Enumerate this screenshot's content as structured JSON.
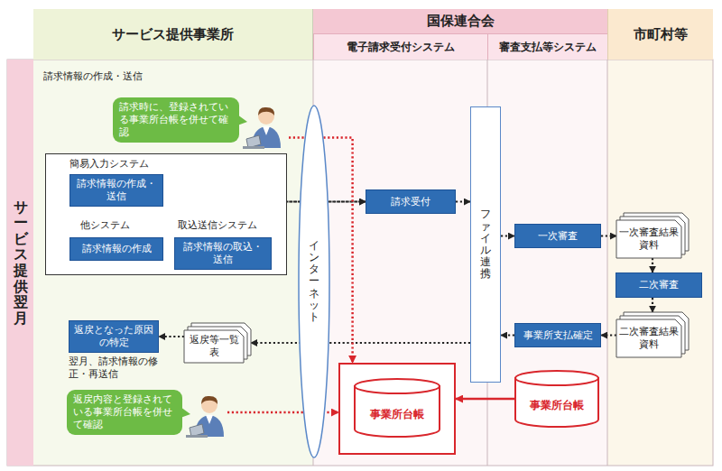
{
  "diagram": {
    "nodes": [
      {
        "text": [
          "サービス提供事業所"
        ]
      },
      {
        "text": [
          "国保連合会"
        ]
      },
      {
        "text": [
          "電子請求受付システム"
        ]
      },
      {
        "text": [
          "審査支払等システム"
        ]
      },
      {
        "text": [
          "市町村等"
        ]
      },
      {
        "text": [
          "サービス提供翌月"
        ]
      },
      {
        "text": [
          "請求時に、登録されている事業所台帳を併せて確認"
        ]
      },
      {
        "text": [
          "簡易入力システム",
          "他システム",
          "取込送信システム"
        ]
      },
      {
        "text": [
          "請求情報の作成・送信"
        ],
        "in": 7
      },
      {
        "text": [
          "請求情報の作成"
        ],
        "in": 7
      },
      {
        "text": [
          "請求情報の取込・送信"
        ],
        "in": 7
      },
      {
        "text": [
          "インターネット"
        ]
      },
      {
        "text": [
          "請求受付"
        ]
      },
      {
        "text": [
          "ファイル連携"
        ]
      },
      {
        "text": [
          "一次審査"
        ]
      },
      {
        "text": [
          "一次審査結果資料"
        ]
      },
      {
        "text": [
          "二次審査"
        ]
      },
      {
        "text": [
          "二次審査結果資料"
        ]
      },
      {
        "text": [
          "返戻となった原因の特定"
        ]
      },
      {
        "text": [
          "返戻等一覧表"
        ]
      },
      {
        "text": [
          "事業所支払確定"
        ]
      },
      {
        "text": [
          "返戻内容と登録されている事業所台帳を併せて確認"
        ]
      },
      {
        "text": [
          "事業所台帳"
        ]
      },
      {
        "text": [
          "事業所台帳"
        ]
      }
    ],
    "edges": [
      {
        "from": 8,
        "to": 12,
        "arrow": "to"
      },
      {
        "from": 10,
        "to": 12,
        "arrow": "to"
      },
      {
        "from": 9,
        "to": 10,
        "arrow": "to"
      },
      {
        "from": 12,
        "to": 13,
        "arrow": "to"
      },
      {
        "from": 13,
        "to": 14,
        "arrow": "to"
      },
      {
        "from": 14,
        "to": 15,
        "arrow": "to"
      },
      {
        "from": 15,
        "to": 16,
        "arrow": "to"
      },
      {
        "from": 16,
        "to": 17,
        "arrow": "to"
      },
      {
        "from": 17,
        "to": 20,
        "arrow": "to"
      },
      {
        "from": 20,
        "to": 13,
        "arrow": "to"
      },
      {
        "from": 13,
        "to": 19,
        "arrow": "to"
      },
      {
        "from": 19,
        "to": 18,
        "arrow": "to"
      },
      {
        "from": 23,
        "to": 22,
        "arrow": "to"
      },
      {
        "from": 6,
        "to": 22,
        "arrow": "to"
      },
      {
        "from": 21,
        "to": 22,
        "arrow": "to"
      }
    ],
    "labels": [
      "請求情報の作成・送信",
      "翌月、請求情報の修正・再送信"
    ]
  }
}
